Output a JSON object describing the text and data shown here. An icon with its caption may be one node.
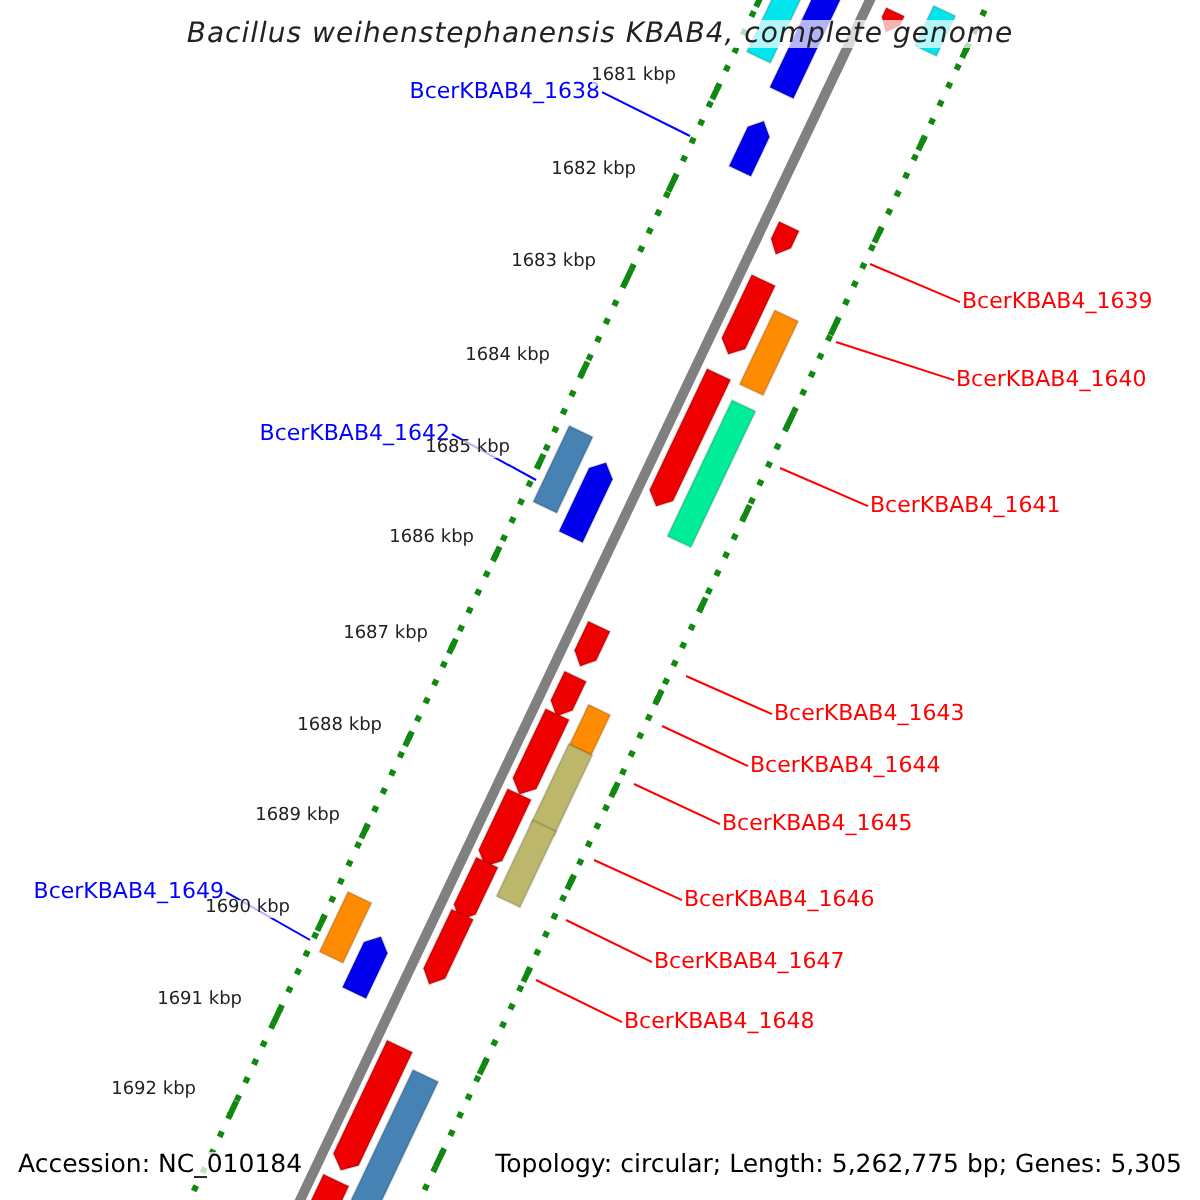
{
  "diagram": {
    "title": "Bacillus weihenstephanensis KBAB4, complete genome",
    "nodes": [
      {
        "text": [
          "BcerKBAB4_1638"
        ]
      },
      {
        "text": [
          "BcerKBAB4_1639"
        ]
      },
      {
        "text": [
          "BcerKBAB4_1640"
        ]
      },
      {
        "text": [
          "BcerKBAB4_1642"
        ]
      },
      {
        "text": [
          "BcerKBAB4_1641"
        ]
      },
      {
        "text": [
          "BcerKBAB4_1643"
        ]
      },
      {
        "text": [
          "BcerKBAB4_1644"
        ]
      },
      {
        "text": [
          "BcerKBAB4_1645"
        ]
      },
      {
        "text": [
          "BcerKBAB4_1649"
        ]
      },
      {
        "text": [
          "BcerKBAB4_1646"
        ]
      },
      {
        "text": [
          "BcerKBAB4_1647"
        ]
      },
      {
        "text": [
          "BcerKBAB4_1648"
        ]
      }
    ],
    "edges": [
      {
        "from": 0,
        "to": null,
        "arrow": "none",
        "color": "#0000ff"
      },
      {
        "from": 1,
        "to": null,
        "arrow": "none",
        "color": "#ff0000"
      },
      {
        "from": 2,
        "to": null,
        "arrow": "none",
        "color": "#ff0000"
      },
      {
        "from": 3,
        "to": null,
        "arrow": "none",
        "color": "#0000ff"
      },
      {
        "from": 4,
        "to": null,
        "arrow": "none",
        "color": "#ff0000"
      },
      {
        "from": 5,
        "to": null,
        "arrow": "none",
        "color": "#ff0000"
      },
      {
        "from": 6,
        "to": null,
        "arrow": "none",
        "color": "#ff0000"
      },
      {
        "from": 7,
        "to": null,
        "arrow": "none",
        "color": "#ff0000"
      },
      {
        "from": 8,
        "to": null,
        "arrow": "none",
        "color": "#0000ff"
      },
      {
        "from": 9,
        "to": null,
        "arrow": "none",
        "color": "#ff0000"
      },
      {
        "from": 10,
        "to": null,
        "arrow": "none",
        "color": "#ff0000"
      },
      {
        "from": 11,
        "to": null,
        "arrow": "none",
        "color": "#ff0000"
      }
    ],
    "labels": [
      "1681 kbp",
      "1682 kbp",
      "1683 kbp",
      "1684 kbp",
      "1685 kbp",
      "1686 kbp",
      "1687 kbp",
      "1688 kbp",
      "1689 kbp",
      "1690 kbp",
      "1691 kbp",
      "1692 kbp",
      "Accession: NC_010184",
      "Topology: circular; Length: 5,262,775 bp; Genes: 5,305"
    ]
  }
}
